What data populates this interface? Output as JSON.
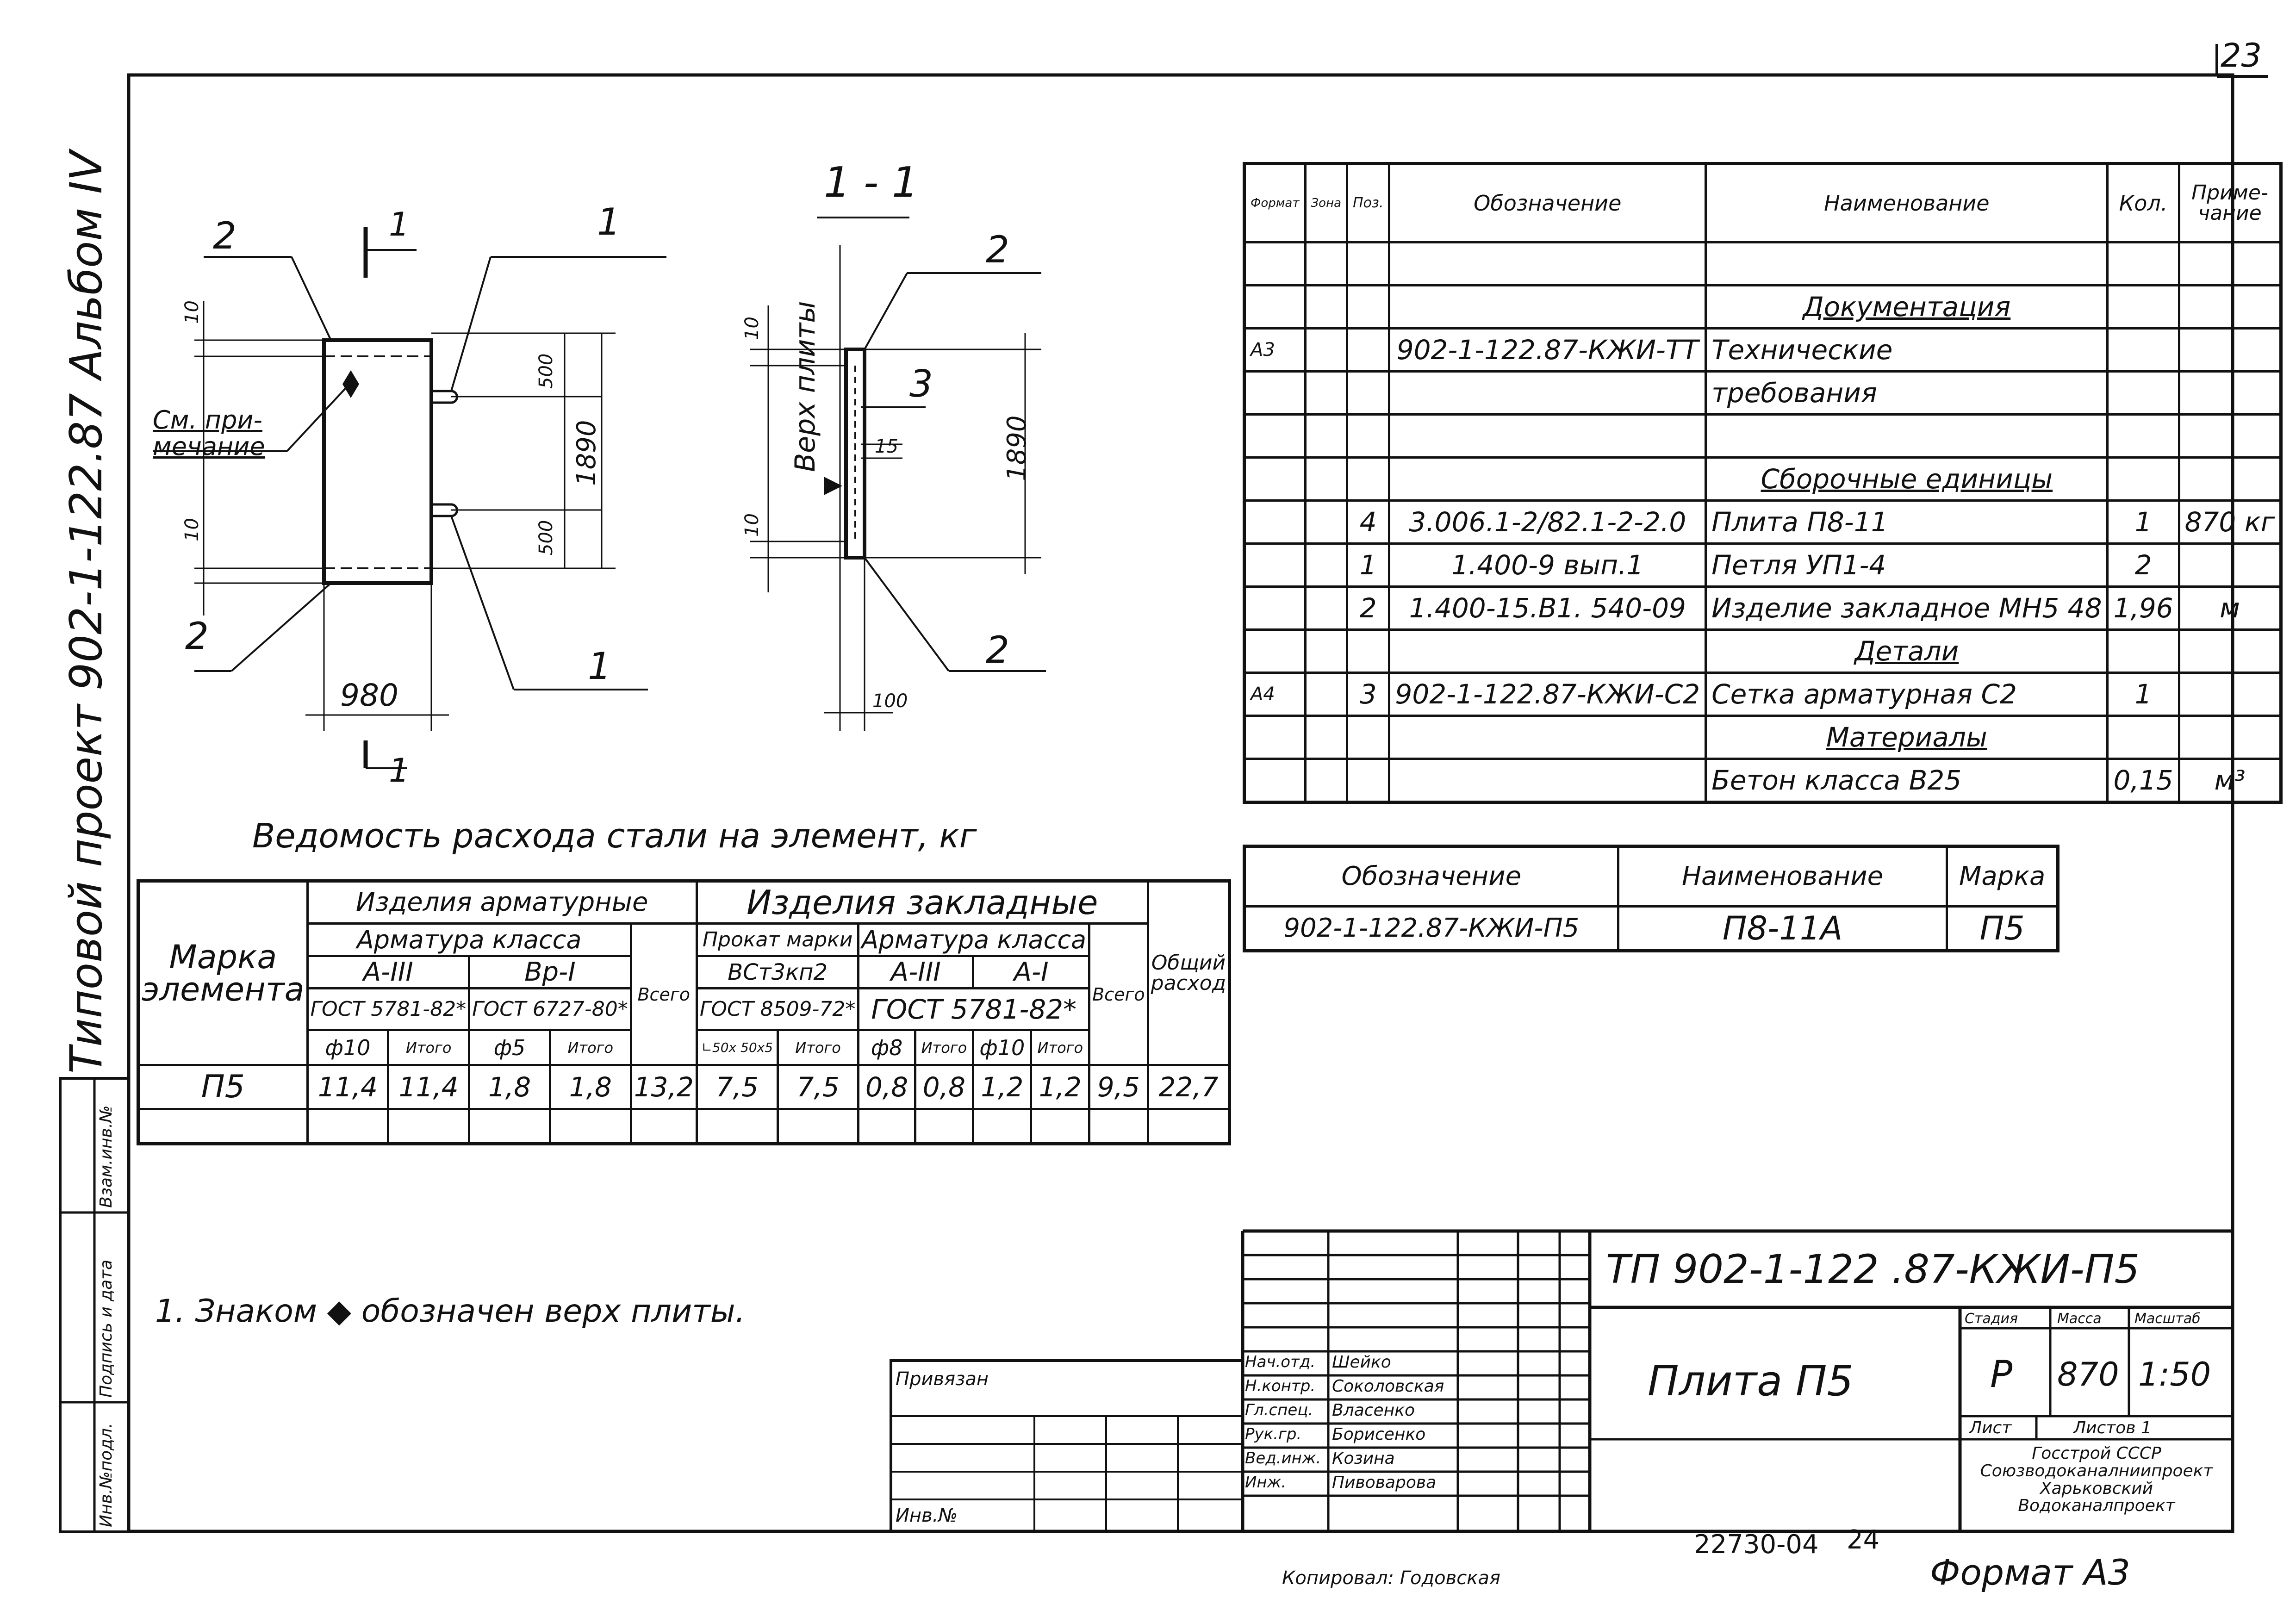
{
  "page_number": "23",
  "side_stamp": "Типовой проект 902-1-122.87 Альбом IV",
  "left_stamp": [
    "Инв.№подл.",
    "Подпись и дата",
    "Взам.инв.№"
  ],
  "drawing": {
    "labels": {
      "p2a": "2",
      "p1a": "1",
      "p2b": "2",
      "p1b": "1",
      "sec": "1",
      "sec_b": "1"
    },
    "note": "См. при-\nмечание",
    "dims": {
      "d10a": "10",
      "d500a": "500",
      "d1890": "1890",
      "d10b": "10",
      "d500b": "500",
      "d980": "980"
    }
  },
  "section": {
    "title": "1 - 1",
    "verh": "Верх плиты",
    "labels": {
      "p2a": "2",
      "p3": "3",
      "p2b": "2"
    },
    "dims": {
      "d10a": "10",
      "d15": "15",
      "d1890": "1890",
      "d10b": "10",
      "d100": "100"
    }
  },
  "spec": {
    "headers": {
      "format": "Формат",
      "zone": "Зона",
      "pos": "Поз.",
      "des": "Обозначение",
      "name": "Наименование",
      "qty": "Кол.",
      "note": "Приме-\nчание"
    },
    "rows": [
      {
        "format": "",
        "pos": "",
        "des": "",
        "name": "",
        "qty": "",
        "note": ""
      },
      {
        "format": "",
        "pos": "",
        "des": "",
        "name": "Документация",
        "qty": "",
        "note": "",
        "sect": true
      },
      {
        "format": "А3",
        "pos": "",
        "des": "902-1-122.87-КЖИ-ТТ",
        "name": "Технические",
        "qty": "",
        "note": ""
      },
      {
        "format": "",
        "pos": "",
        "des": "",
        "name": "требования",
        "qty": "",
        "note": ""
      },
      {
        "format": "",
        "pos": "",
        "des": "",
        "name": "",
        "qty": "",
        "note": ""
      },
      {
        "format": "",
        "pos": "",
        "des": "",
        "name": "Сборочные единицы",
        "qty": "",
        "note": "",
        "sect": true
      },
      {
        "format": "",
        "pos": "4",
        "des": "3.006.1-2/82.1-2-2.0",
        "name": "Плита П8-11",
        "qty": "1",
        "note": "870 кг"
      },
      {
        "format": "",
        "pos": "1",
        "des": "1.400-9 вып.1",
        "name": "Петля УП1-4",
        "qty": "2",
        "note": ""
      },
      {
        "format": "",
        "pos": "2",
        "des": "1.400-15.В1. 540-09",
        "name": "Изделие закладное МН5 48",
        "qty": "1,96",
        "note": "м"
      },
      {
        "format": "",
        "pos": "",
        "des": "",
        "name": "Детали",
        "qty": "",
        "note": "",
        "sect": true
      },
      {
        "format": "А4",
        "pos": "3",
        "des": "902-1-122.87-КЖИ-С2",
        "name": "Сетка арматурная С2",
        "qty": "1",
        "note": ""
      },
      {
        "format": "",
        "pos": "",
        "des": "",
        "name": "Материалы",
        "qty": "",
        "note": "",
        "sect": true
      },
      {
        "format": "",
        "pos": "",
        "des": "",
        "name": "Бетон класса В25",
        "qty": "0,15",
        "note": "м³"
      }
    ]
  },
  "steel_title": "Ведомость расхода стали на элемент, кг",
  "steel": {
    "h_mark": "Марка элемента",
    "h_arm_items": "Изделия арматурные",
    "h_emb_items": "Изделия закладные",
    "h_total_all": "Общий расход",
    "h_arm_class": "Арматура класса",
    "h_prokat": "Прокат марки",
    "h_arm_class2": "Арматура класса",
    "h_a3": "А-III",
    "h_bp1": "Вр-I",
    "h_vsego1": "Всего",
    "h_vst": "ВСт3кп2",
    "h_a3b": "А-III",
    "h_a1": "А-I",
    "h_vsego2": "Всего",
    "h_gost5781": "ГОСТ 5781-82*",
    "h_gost6727": "ГОСТ 6727-80*",
    "h_gost8509": "ГОСТ 8509-72*",
    "h_gost5781b": "ГОСТ 5781-82*",
    "h_f10": "ф10",
    "h_itogo1": "Итого",
    "h_f5": "ф5",
    "h_itogo2": "Итого",
    "h_l50": "∟50х 50х5",
    "h_itogo3": "Итого",
    "h_f8": "ф8",
    "h_itogo4": "Итого",
    "h_f10b": "ф10",
    "h_itogo5": "Итого",
    "row": [
      "П5",
      "11,4",
      "11,4",
      "1,8",
      "1,8",
      "13,2",
      "7,5",
      "7,5",
      "0,8",
      "0,8",
      "1,2",
      "1,2",
      "9,5",
      "22,7"
    ]
  },
  "marka": {
    "headers": [
      "Обозначение",
      "Наименование",
      "Марка"
    ],
    "row": [
      "902-1-122.87-КЖИ-П5",
      "П8-11А",
      "П5"
    ]
  },
  "note_text": "1. Знаком ◆ обозначен верх плиты.",
  "title_block": {
    "code": "ТП 902-1-122 .87-КЖИ-П5",
    "name": "Плита П5",
    "stage_h": "Стадия",
    "mass_h": "Масса",
    "scale_h": "Масштаб",
    "stage": "Р",
    "mass": "870",
    "scale": "1:50",
    "sheet_h": "Лист",
    "sheets_h": "Листов 1",
    "org": "Госстрой СССР\nСоюзводоканалниипроект\nХарьковский\nВодоканалпроект",
    "privyazan": "Привязан",
    "inv": "Инв.№",
    "roles": [
      {
        "role": "Нач.отд.",
        "name": "Шейко"
      },
      {
        "role": "Н.контр.",
        "name": "Соколовская"
      },
      {
        "role": "Гл.спец.",
        "name": "Власенко"
      },
      {
        "role": "Рук.гр.",
        "name": "Борисенко"
      },
      {
        "role": "Вед.инж.",
        "name": "Козина"
      },
      {
        "role": "Инж.",
        "name": "Пивоварова"
      }
    ]
  },
  "bottom": {
    "num": "22730-04",
    "num2": "24",
    "copied": "Копировал: Годовская",
    "format": "Формат А3"
  }
}
